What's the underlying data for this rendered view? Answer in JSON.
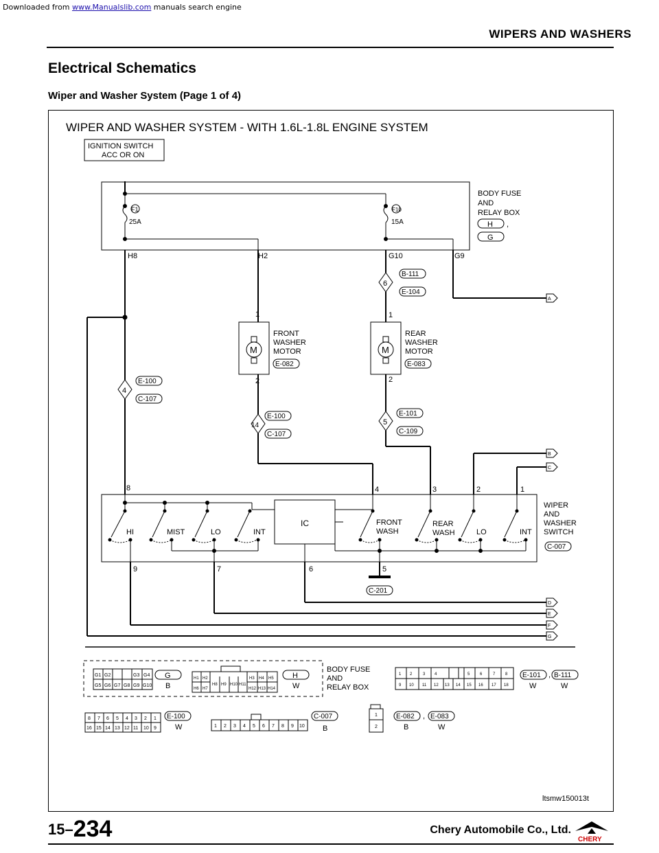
{
  "download_line": {
    "prefix": "Downloaded from",
    "link": "www.Manualslib.com",
    "suffix": "manuals search engine"
  },
  "header": {
    "section": "WIPERS AND WASHERS"
  },
  "page_heading": "Electrical Schematics",
  "sub_heading": "Wiper and Washer System (Page 1 of 4)",
  "diagram": {
    "title": "WIPER AND WASHER SYSTEM - WITH 1.6L-1.8L ENGINE SYSTEM",
    "ignition_line1": "IGNITION SWITCH",
    "ignition_line2": "ACC OR ON",
    "fuse_box_line1": "BODY FUSE",
    "fuse_box_line2": "AND",
    "fuse_box_line3": "RELAY BOX",
    "fuse_box_conn1": "H",
    "fuse_box_sep": ",",
    "fuse_box_conn2": "G",
    "fuse1_id": "F1",
    "fuse1_rating": "25A",
    "fuse2_id": "F10",
    "fuse2_rating": "15A",
    "pin_h8": "H8",
    "pin_h2": "H2",
    "pin_g10": "G10",
    "pin_g9": "G9",
    "splice6": "6",
    "conn_b111": "B-111",
    "conn_e104": "E-104",
    "arrow_a": "A",
    "arrow_b": "B",
    "arrow_c": "C",
    "arrow_d": "D",
    "arrow_e": "E",
    "arrow_f": "F",
    "arrow_g": "G",
    "front_motor_line1": "FRONT",
    "front_motor_line2": "WASHER",
    "front_motor_line3": "MOTOR",
    "front_motor_conn": "E-082",
    "rear_motor_line1": "REAR",
    "rear_motor_line2": "WASHER",
    "rear_motor_line3": "MOTOR",
    "rear_motor_conn": "E-083",
    "motor_symbol": "M",
    "pin1": "1",
    "pin2": "2",
    "pin3": "3",
    "pin4": "4",
    "pin5": "5",
    "pin6": "6",
    "pin7": "7",
    "pin8": "8",
    "pin9": "9",
    "splice4": "4",
    "splice14": "14",
    "splice5": "5",
    "conn_e100": "E-100",
    "conn_c107": "C-107",
    "conn_e101": "E-101",
    "conn_c109": "C-109",
    "switch_line1": "WIPER",
    "switch_line2": "AND",
    "switch_line3": "WASHER",
    "switch_line4": "SWITCH",
    "switch_conn": "C-007",
    "sw_hi": "HI",
    "sw_mist": "MIST",
    "sw_lo": "LO",
    "sw_int": "INT",
    "sw_ic": "IC",
    "sw_front_wash1": "FRONT",
    "sw_front_wash2": "WASH",
    "sw_rear_wash1": "REAR",
    "sw_rear_wash2": "WASH",
    "sw_lo2": "LO",
    "sw_int2": "INT",
    "ground": "C-201",
    "conn_views": {
      "g_grid_top": [
        "G1",
        "G2",
        "",
        "G3",
        "G4"
      ],
      "g_grid_bot": [
        "G5",
        "G6",
        "G7",
        "G8",
        "G9",
        "G10"
      ],
      "g_label": "G",
      "g_color": "B",
      "h_grid_top": [
        "H1",
        "H2",
        "",
        "H3",
        "H4",
        "H5"
      ],
      "h_grid_mid": [
        "H8",
        "H9",
        "H10",
        "H11"
      ],
      "h_grid_bot": [
        "H6",
        "H7",
        "H12",
        "H13",
        "H14"
      ],
      "h_label": "H",
      "h_color": "W",
      "fuse_box_line1": "BODY FUSE",
      "fuse_box_line2": "AND",
      "fuse_box_line3": "RELAY BOX",
      "e101_top": [
        "1",
        "2",
        "3",
        "4",
        "5",
        "6",
        "7",
        "8"
      ],
      "e101_bot": [
        "9",
        "10",
        "11",
        "12",
        "13",
        "14",
        "15",
        "16",
        "17",
        "18"
      ],
      "e101_label": "E-101",
      "b111_label": "B-111",
      "e101_color": "W",
      "b111_color": "W",
      "e100_top": [
        "8",
        "7",
        "6",
        "5",
        "4",
        "3",
        "2",
        "1"
      ],
      "e100_bot": [
        "16",
        "15",
        "14",
        "13",
        "12",
        "11",
        "10",
        "9"
      ],
      "e100_label": "E-100",
      "e100_color": "W",
      "c007_cells": [
        "1",
        "2",
        "3",
        "4",
        "5",
        "6",
        "7",
        "8",
        "9",
        "10"
      ],
      "c007_label": "C-007",
      "c007_color": "B",
      "e082_cells": [
        "1",
        "2"
      ],
      "e082_label": "E-082",
      "e083_label": "E-083",
      "e082_color": "B",
      "e083_color": "W",
      "sep": ","
    },
    "figure_id": "ltsmw150013t"
  },
  "footer": {
    "section_no": "15–",
    "page_no": "234",
    "company": "Chery Automobile Co., Ltd.",
    "logo_text": "CHERY"
  }
}
